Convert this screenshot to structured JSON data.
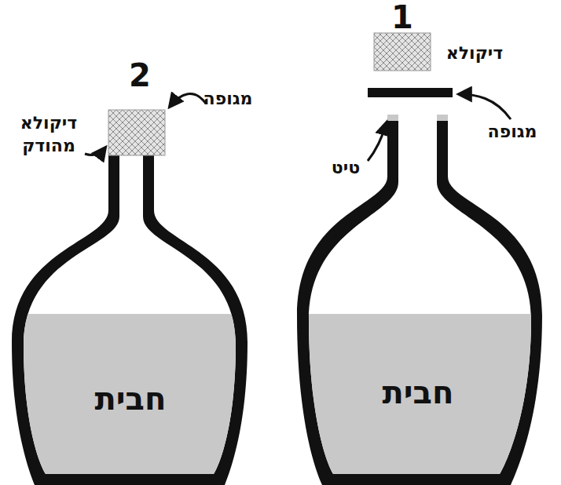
{
  "diagram": {
    "nodes": [
      {
        "text": [
          "חבית"
        ]
      },
      {
        "text": [
          "חבית"
        ]
      }
    ],
    "labels": [
      "1",
      "דיקולא",
      "מגופה",
      "טיט",
      "2",
      "מגופה",
      "דיקולא מהודק"
    ]
  }
}
